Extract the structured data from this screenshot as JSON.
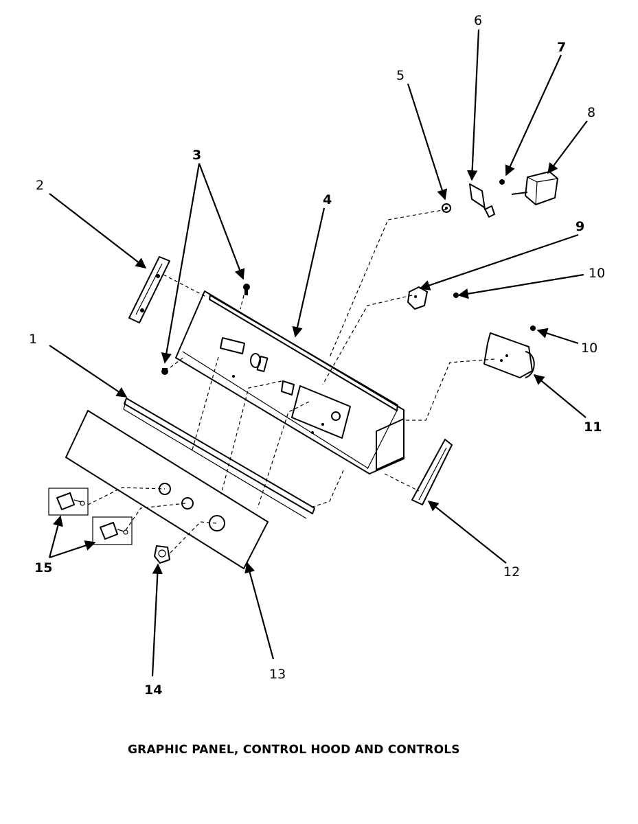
{
  "diagram": {
    "caption": "GRAPHIC PANEL, CONTROL HOOD AND CONTROLS",
    "callouts": [
      {
        "id": "c1",
        "text": "1"
      },
      {
        "id": "c2",
        "text": "2"
      },
      {
        "id": "c3",
        "text": "3"
      },
      {
        "id": "c4",
        "text": "4"
      },
      {
        "id": "c5",
        "text": "5"
      },
      {
        "id": "c6",
        "text": "6"
      },
      {
        "id": "c7",
        "text": "7"
      },
      {
        "id": "c8",
        "text": "8"
      },
      {
        "id": "c9",
        "text": "9"
      },
      {
        "id": "c10a",
        "text": "10"
      },
      {
        "id": "c10b",
        "text": "10"
      },
      {
        "id": "c11",
        "text": "11"
      },
      {
        "id": "c12",
        "text": "12"
      },
      {
        "id": "c13",
        "text": "13"
      },
      {
        "id": "c14",
        "text": "14"
      },
      {
        "id": "c15",
        "text": "15"
      }
    ]
  }
}
